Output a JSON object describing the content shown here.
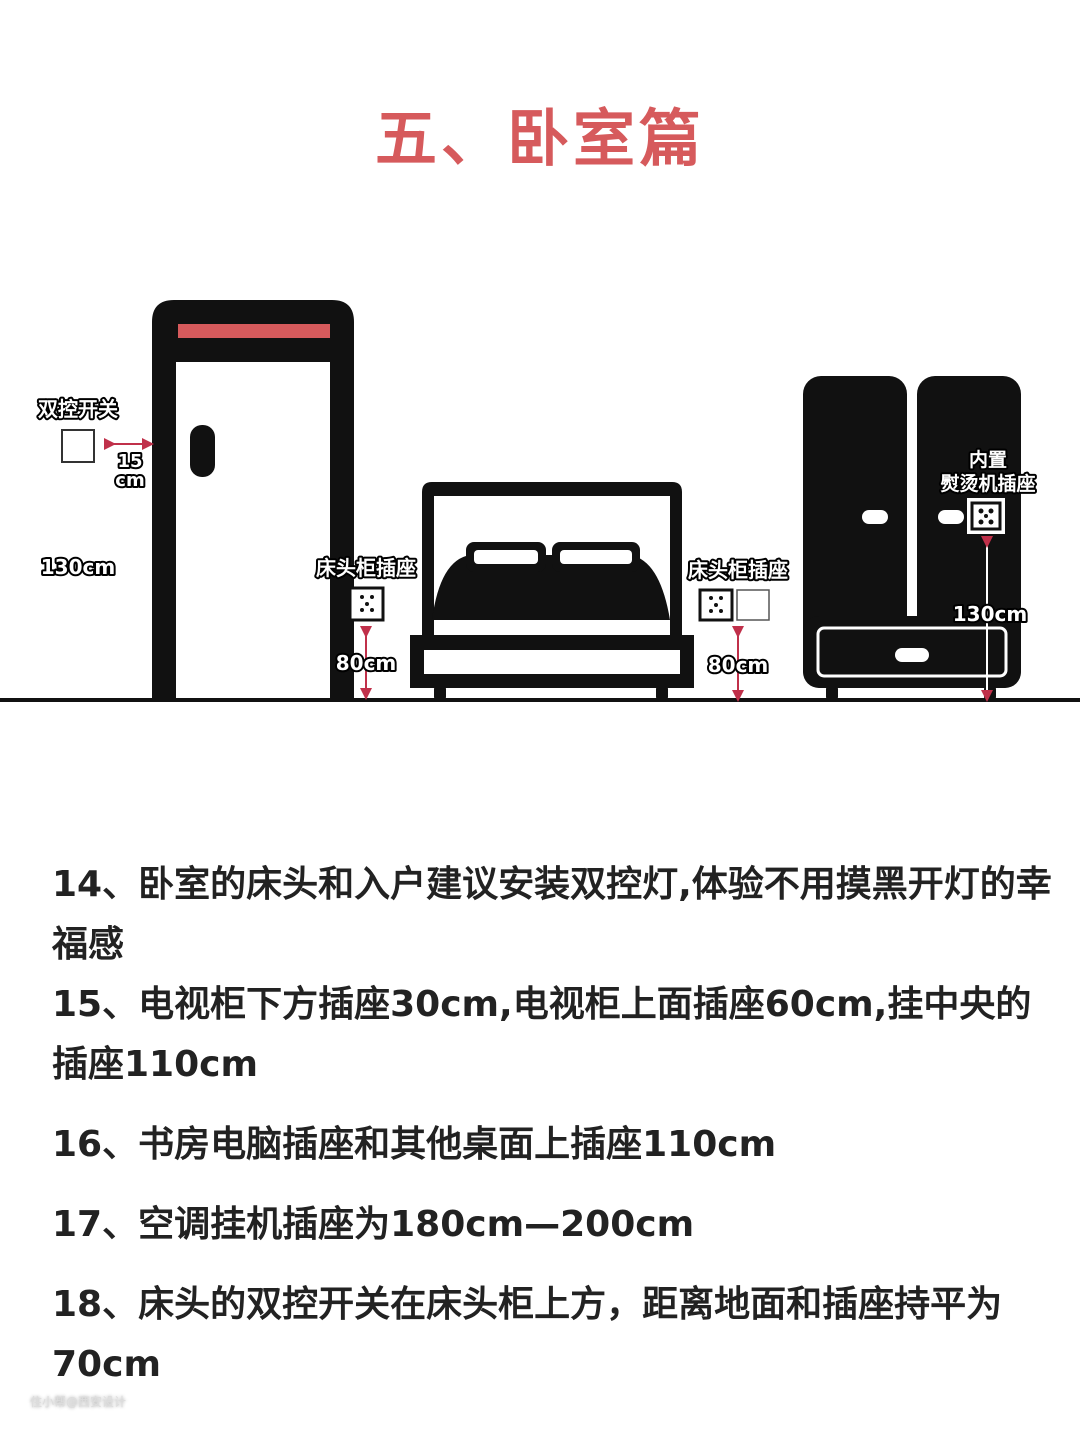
{
  "title": "五、卧室篇",
  "diagram": {
    "switch_label": "双控开关",
    "switch_gap": "15",
    "switch_gap_unit": "cm",
    "switch_height": "130cm",
    "bedside_left_label": "床头柜插座",
    "bedside_left_height": "80cm",
    "bedside_right_label": "床头柜插座",
    "bedside_right_height": "80cm",
    "iron_label_1": "内置",
    "iron_label_2": "熨烫机插座",
    "iron_height": "130cm",
    "accent_color": "#d65a5c"
  },
  "notes": [
    "14、卧室的床头和入户建议安装双控灯,体验不用摸黑开灯的幸福感",
    "15、电视柜下方插座30cm,电视柜上面插座60cm,挂中央的插座110cm",
    "16、书房电脑插座和其他桌面上插座110cm",
    "17、空调挂机插座为180cm—200cm",
    "18、床头的双控开关在床头柜上方，距离地面和插座持平为70cm"
  ],
  "watermark": "住小帮@西安设计"
}
